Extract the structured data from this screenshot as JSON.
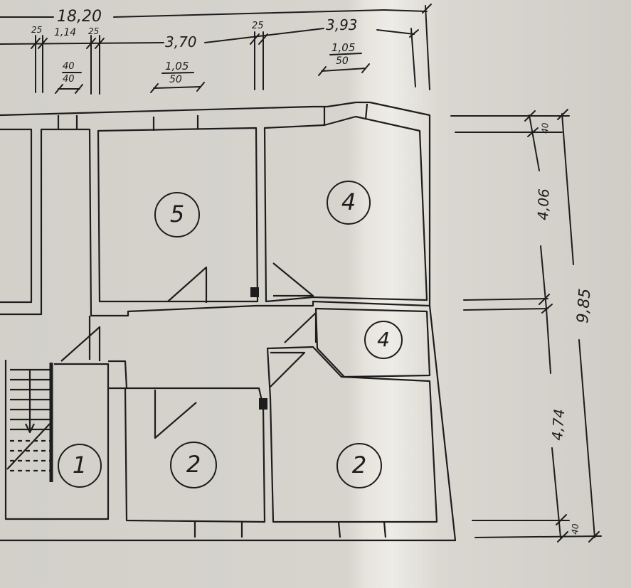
{
  "top_dimensions": {
    "total_width": "18,20",
    "right_width": "3,93",
    "room5_width": "3,70",
    "wall_left_a": "25",
    "wall_left_b": "25",
    "wall_right": "25",
    "corridor_width": "1,14",
    "small_window_top": "40",
    "small_window_bottom": "40",
    "window_room5_top": "1,05",
    "window_room5_bottom": "50",
    "window_room4_top": "1,05",
    "window_room4_bottom": "50"
  },
  "right_dimensions": {
    "total_depth": "9,85",
    "upper_depth": "4,06",
    "lower_depth": "4,74",
    "top_wall": "40",
    "bottom_wall": "40"
  },
  "rooms": [
    {
      "label": "5"
    },
    {
      "label": "4"
    },
    {
      "label": "4"
    },
    {
      "label": "1"
    },
    {
      "label": "2"
    },
    {
      "label": "2"
    }
  ],
  "colors": {
    "ink": "#1d1d1d",
    "paper": "#d6d4cd"
  }
}
